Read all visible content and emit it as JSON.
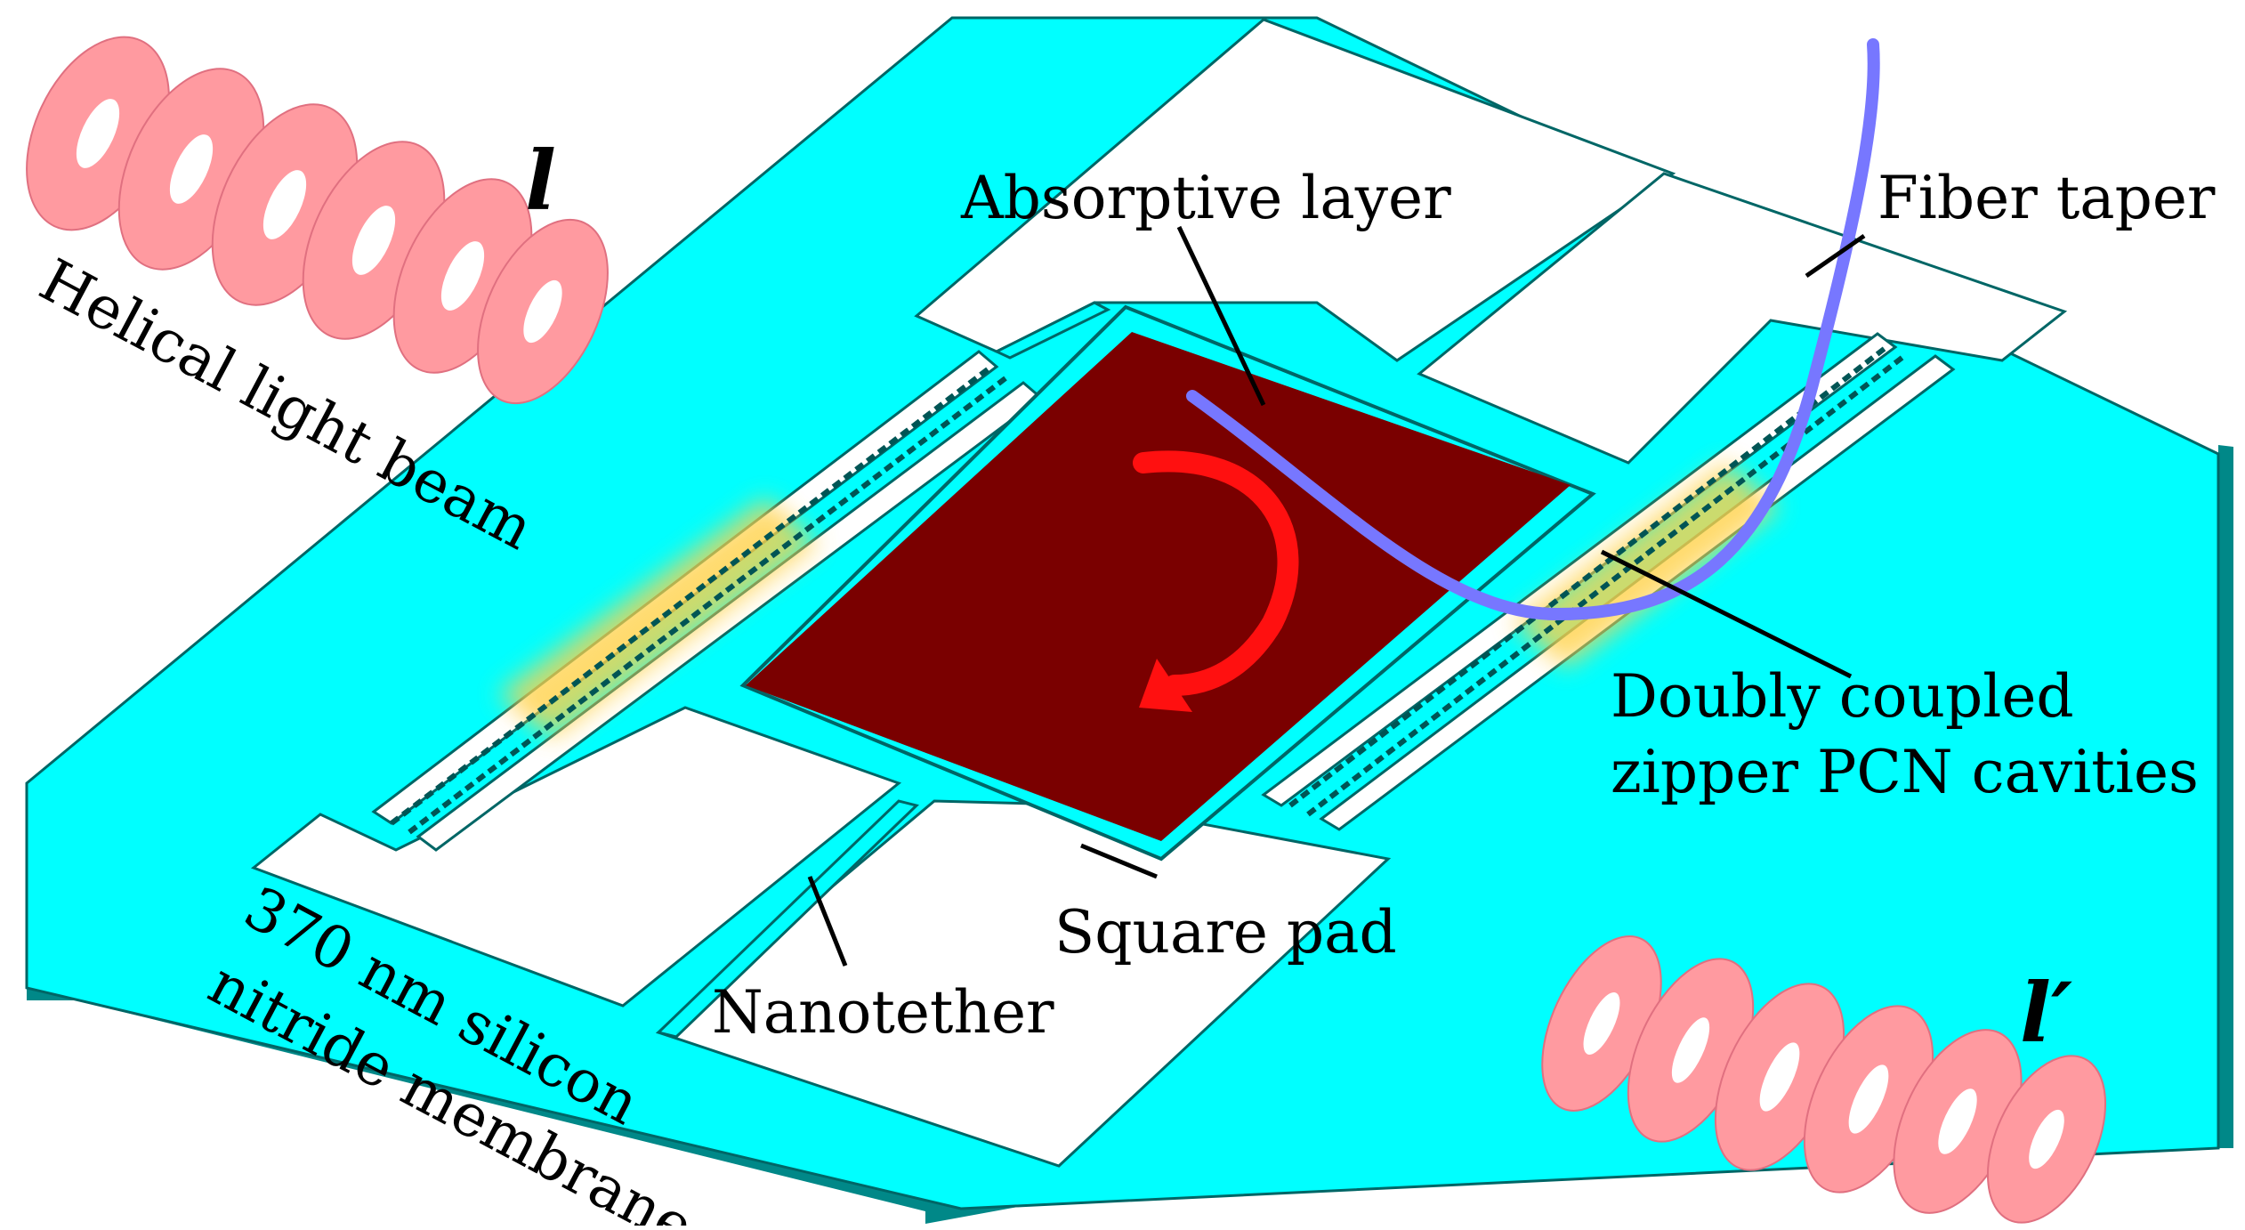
{
  "colors": {
    "membrane_top": "#00FFFF",
    "membrane_edge": "#008888",
    "absorptive_layer": "#7A0000",
    "fiber_taper": "#7777FF",
    "helical_beam": "#FF9AA0",
    "helical_beam_dark": "#FF7F8A",
    "rotation_arrow": "#FF1010",
    "cavity_glow": "#FFD24A",
    "cutout": "#FFFFFF"
  },
  "labels": {
    "helical_beam": "Helical light beam",
    "l_in": "l",
    "l_out": "l′",
    "absorptive_layer": "Absorptive layer",
    "fiber_taper": "Fiber taper",
    "cavities_line1": "Doubly coupled",
    "cavities_line2": "zipper PCN cavities",
    "square_pad": "Square pad",
    "nanotether": "Nanotether",
    "membrane_line1": "370 nm silicon",
    "membrane_line2": "nitride membrane"
  },
  "icons": {
    "rotation": "curved-arrow-icon"
  }
}
